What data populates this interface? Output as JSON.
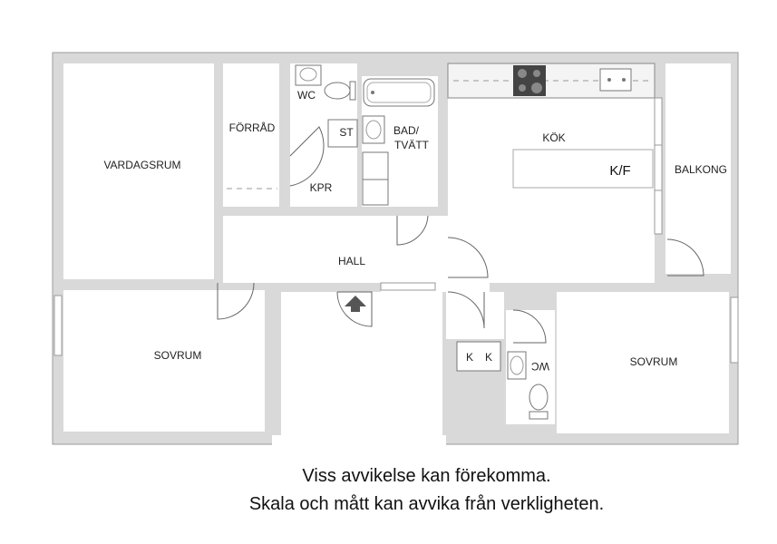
{
  "rooms": {
    "vardagsrum": "VARDAGSRUM",
    "forrad": "FÖRRÅD",
    "wc_top": "WC",
    "st": "ST",
    "bad_line1": "BAD/",
    "bad_line2": "TVÄTT",
    "kpr": "KPR",
    "kok": "KÖK",
    "kf": "K/F",
    "balkong": "BALKONG",
    "hall": "HALL",
    "sovrum_left": "SOVRUM",
    "sovrum_right": "SOVRUM",
    "k1": "K",
    "k2": "K",
    "wc_right": "WC"
  },
  "disclaimer": {
    "line1": "Viss avvikelse kan förekomma.",
    "line2": "Skala och mått kan avvika från verkligheten."
  },
  "colors": {
    "wall": "#d9d9d9",
    "wall_edge": "#9a9a9a",
    "floor": "#ffffff",
    "line": "#555555"
  }
}
